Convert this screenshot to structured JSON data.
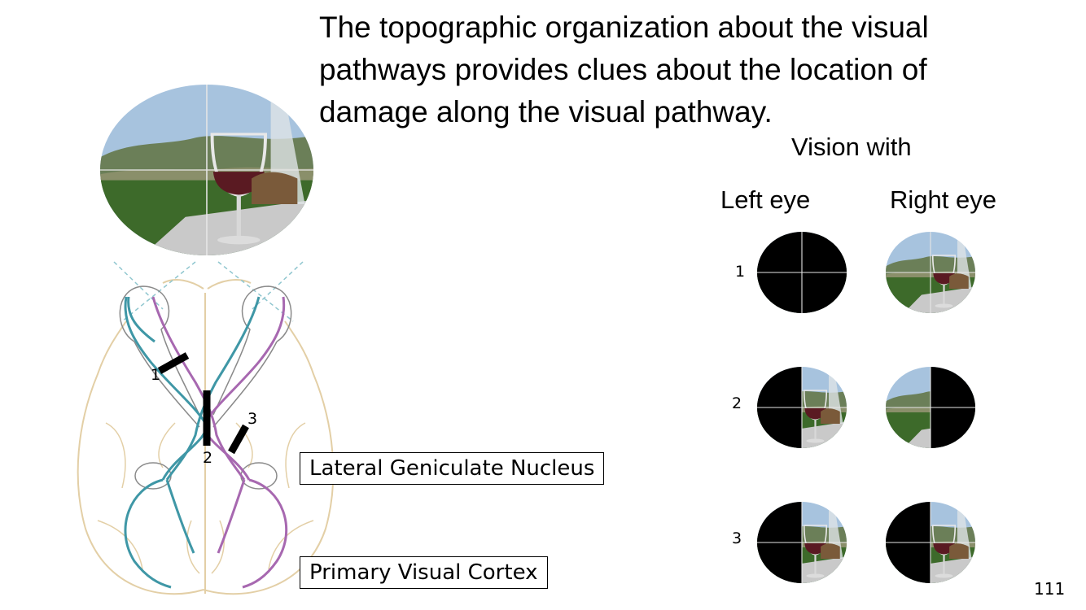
{
  "slide": {
    "headline": "The topographic organization about the visual pathways provides clues about the location of damage along the visual pathway.",
    "page_number": "111"
  },
  "vision_table": {
    "heading": "Vision with",
    "left_eye_label": "Left eye",
    "right_eye_label": "Right eye",
    "rows": [
      {
        "number": "1",
        "left_eye_blind": "full",
        "right_eye_blind": "none"
      },
      {
        "number": "2",
        "left_eye_blind": "left-half",
        "right_eye_blind": "right-half"
      },
      {
        "number": "3",
        "left_eye_blind": "left-half",
        "right_eye_blind": "left-half"
      }
    ]
  },
  "brain_diagram": {
    "lesion_labels": [
      "1",
      "2",
      "3"
    ],
    "lateral_geniculate_label": "Lateral Geniculate Nucleus",
    "primary_visual_cortex_label": "Primary Visual Cortex"
  },
  "colors": {
    "left_visual_path": "#3f97a6",
    "right_visual_path": "#a768b0",
    "brain_outline": "#e3cfa6",
    "lesion": "#000000",
    "sky": "#a7c3de",
    "grass": "#3d6a2a",
    "table": "#c9c9c9",
    "wine": "#5a1a22"
  }
}
